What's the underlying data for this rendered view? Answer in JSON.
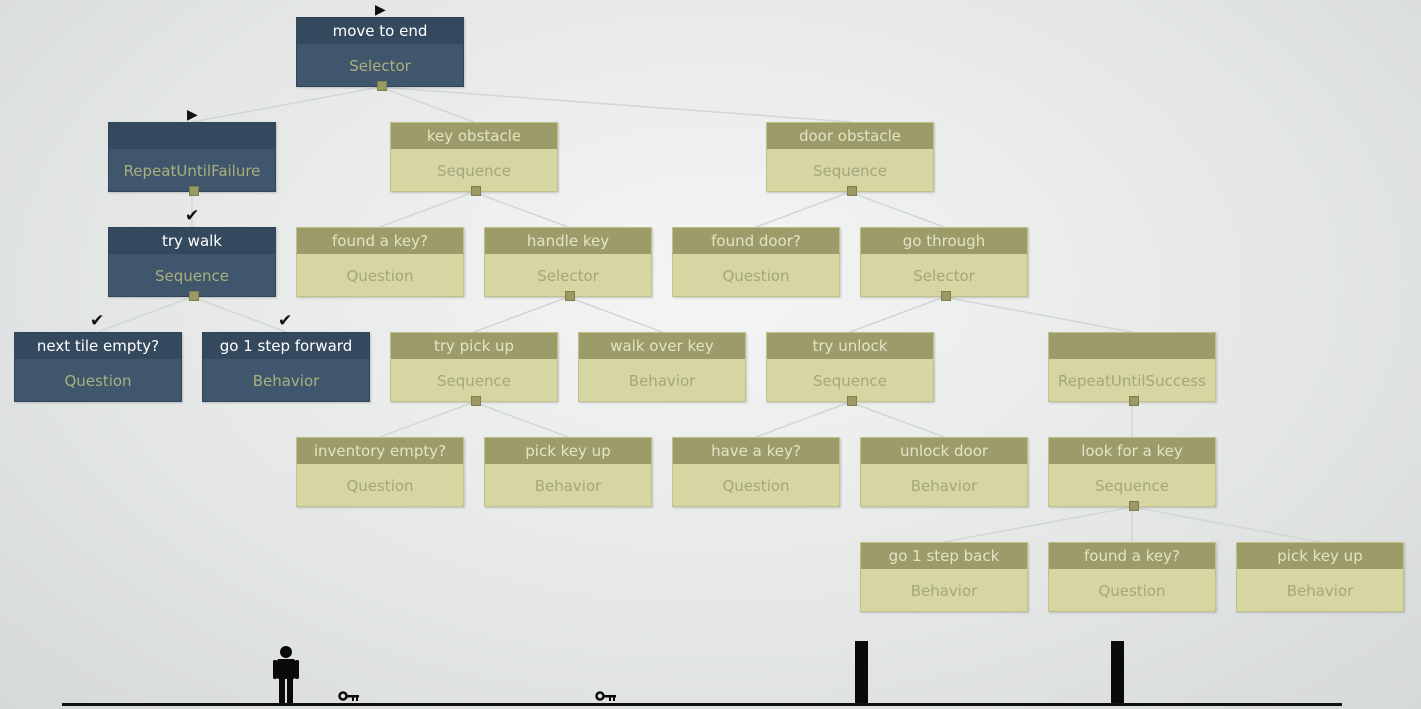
{
  "nodes": {
    "move_to_end": {
      "title": "move to end",
      "type": "Selector"
    },
    "repeat_until_failure": {
      "title": "",
      "type": "RepeatUntilFailure"
    },
    "try_walk": {
      "title": "try walk",
      "type": "Sequence"
    },
    "next_tile_empty": {
      "title": "next tile empty?",
      "type": "Question"
    },
    "go_1_step_forward": {
      "title": "go 1 step forward",
      "type": "Behavior"
    },
    "key_obstacle": {
      "title": "key obstacle",
      "type": "Sequence"
    },
    "found_a_key_1": {
      "title": "found a key?",
      "type": "Question"
    },
    "handle_key": {
      "title": "handle key",
      "type": "Selector"
    },
    "try_pick_up": {
      "title": "try pick up",
      "type": "Sequence"
    },
    "walk_over_key": {
      "title": "walk over key",
      "type": "Behavior"
    },
    "inventory_empty": {
      "title": "inventory empty?",
      "type": "Question"
    },
    "pick_key_up_1": {
      "title": "pick key up",
      "type": "Behavior"
    },
    "door_obstacle": {
      "title": "door obstacle",
      "type": "Sequence"
    },
    "found_door": {
      "title": "found door?",
      "type": "Question"
    },
    "go_through": {
      "title": "go through",
      "type": "Selector"
    },
    "try_unlock": {
      "title": "try unlock",
      "type": "Sequence"
    },
    "have_a_key": {
      "title": "have a key?",
      "type": "Question"
    },
    "unlock_door": {
      "title": "unlock door",
      "type": "Behavior"
    },
    "repeat_until_success": {
      "title": "",
      "type": "RepeatUntilSuccess"
    },
    "look_for_a_key": {
      "title": "look for a key",
      "type": "Sequence"
    },
    "go_1_step_back": {
      "title": "go 1 step back",
      "type": "Behavior"
    },
    "found_a_key_2": {
      "title": "found a key?",
      "type": "Question"
    },
    "pick_key_up_2": {
      "title": "pick key up",
      "type": "Behavior"
    }
  },
  "markers": {
    "running": "▶",
    "success": "✔"
  },
  "colors": {
    "active_node": "#3f566c",
    "active_header": "#34495e",
    "inactive_node": "#d6d6a2",
    "inactive_header": "#9c9c6a",
    "edge": "#d2d6d6",
    "ground": "#111111"
  }
}
